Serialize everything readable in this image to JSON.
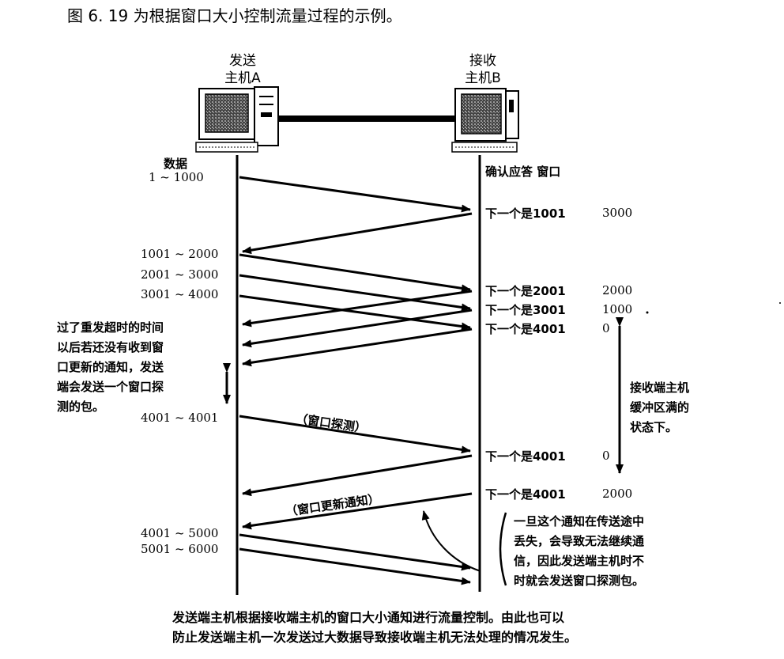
{
  "heading": "图 6. 19 为根据窗口大小控制流量过程的示例。",
  "sender": {
    "line1": "发送",
    "line2": "主机A"
  },
  "receiver": {
    "line1": "接收",
    "line2": "主机B"
  },
  "left_header": "数据",
  "right_header": "确认应答 窗口",
  "data_labels": [
    "1 ~ 1000",
    "1001 ~ 2000",
    "2001 ~ 3000",
    "3001 ~ 4000",
    "4001 ~ 4001",
    "4001 ~ 5000",
    "5001 ~ 6000"
  ],
  "acks": [
    {
      "text": "下一个是1001",
      "window": "3000"
    },
    {
      "text": "下一个是2001",
      "window": "2000"
    },
    {
      "text": "下一个是3001",
      "window": "1000"
    },
    {
      "text": "下一个是4001",
      "window": "0"
    },
    {
      "text": "下一个是4001",
      "window": "0"
    },
    {
      "text": "下一个是4001",
      "window": "2000"
    }
  ],
  "retransmit_note": [
    "过了重发超时的时间",
    "以后若还没有收到窗",
    "口更新的通知，发送",
    "端会发送一个窗口探",
    "测的包。"
  ],
  "buffer_note": [
    "接收端主机",
    "缓冲区满的",
    "状态下。"
  ],
  "probe_label": "（窗口探测）",
  "update_label": "（窗口更新通知）",
  "loss_note": [
    "一旦这个通知在传送途中",
    "丢失，会导致无法继续通",
    "信，因此发送端主机时不",
    "时就会发送窗口探测包。"
  ],
  "caption": [
    "发送端主机根据接收端主机的窗口大小通知进行流量控制。由此也可以",
    "防止发送端主机一次发送过大数据导致接收端主机无法处理的情况发生。"
  ]
}
